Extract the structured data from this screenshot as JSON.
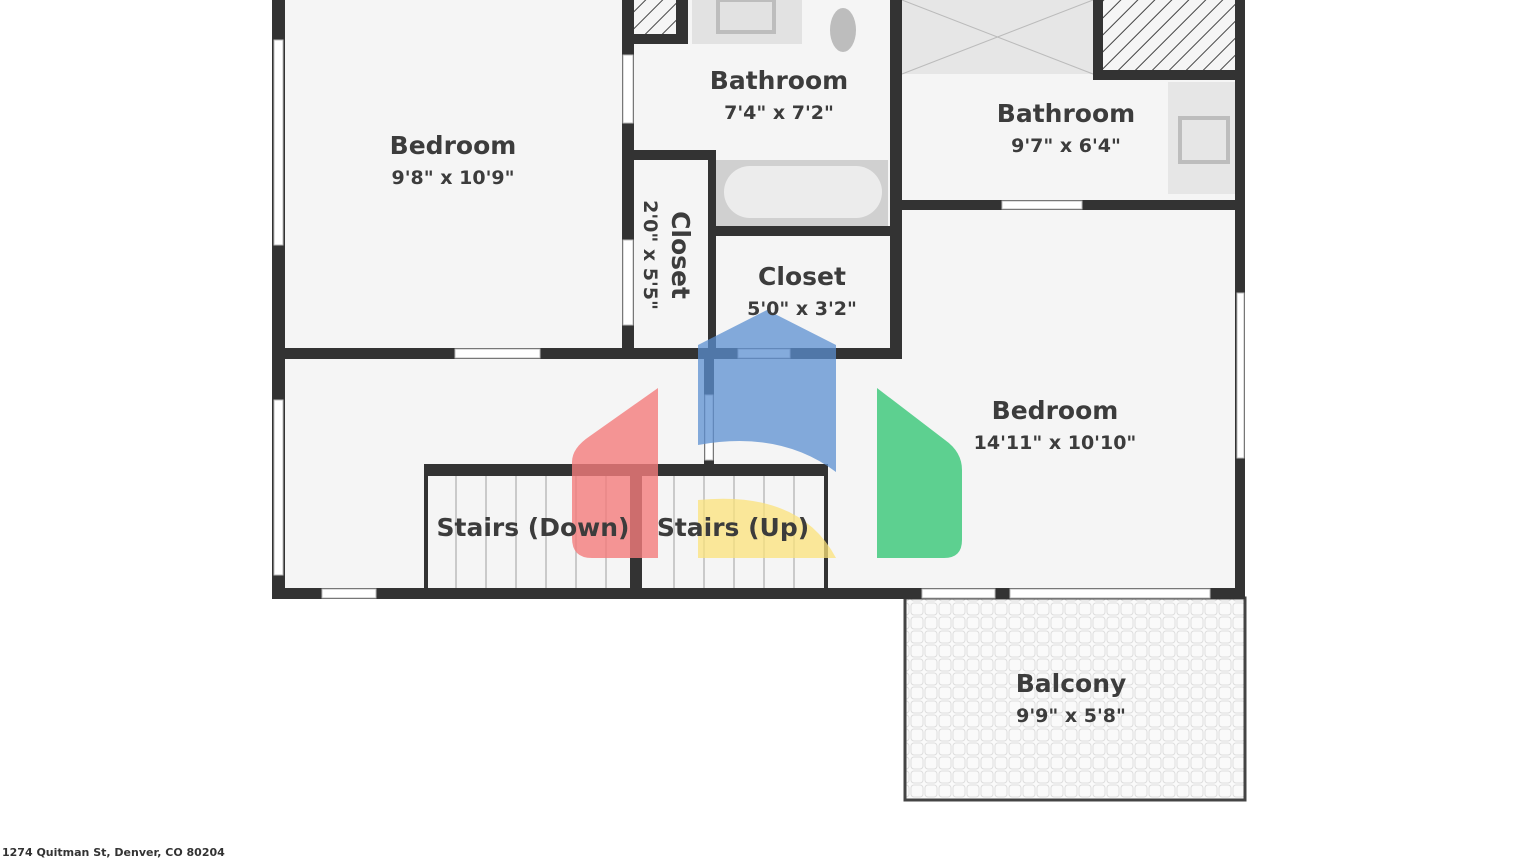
{
  "rooms": [
    {
      "name": "Bedroom",
      "dims": "9'8\" x 10'9\""
    },
    {
      "name": "Bathroom",
      "dims": "7'4\" x 7'2\""
    },
    {
      "name": "Bathroom",
      "dims": "9'7\" x 6'4\""
    },
    {
      "name": "Closet",
      "dims": "2'0\" x 5'5\""
    },
    {
      "name": "Closet",
      "dims": "5'0\" x 3'2\""
    },
    {
      "name": "Bedroom",
      "dims": "14'11\" x 10'10\""
    },
    {
      "name": "Stairs (Down)",
      "dims": ""
    },
    {
      "name": "Stairs (Up)",
      "dims": ""
    },
    {
      "name": "Balcony",
      "dims": "9'9\" x 5'8\""
    }
  ],
  "address": "1274 Quitman St, Denver, CO 80204",
  "colors": {
    "wall": "#333333",
    "floor": "#f5f5f5",
    "red": "#f47c7c",
    "blue": "#5b8fd0",
    "yellow": "#fbe17a",
    "green": "#4ccc85"
  }
}
